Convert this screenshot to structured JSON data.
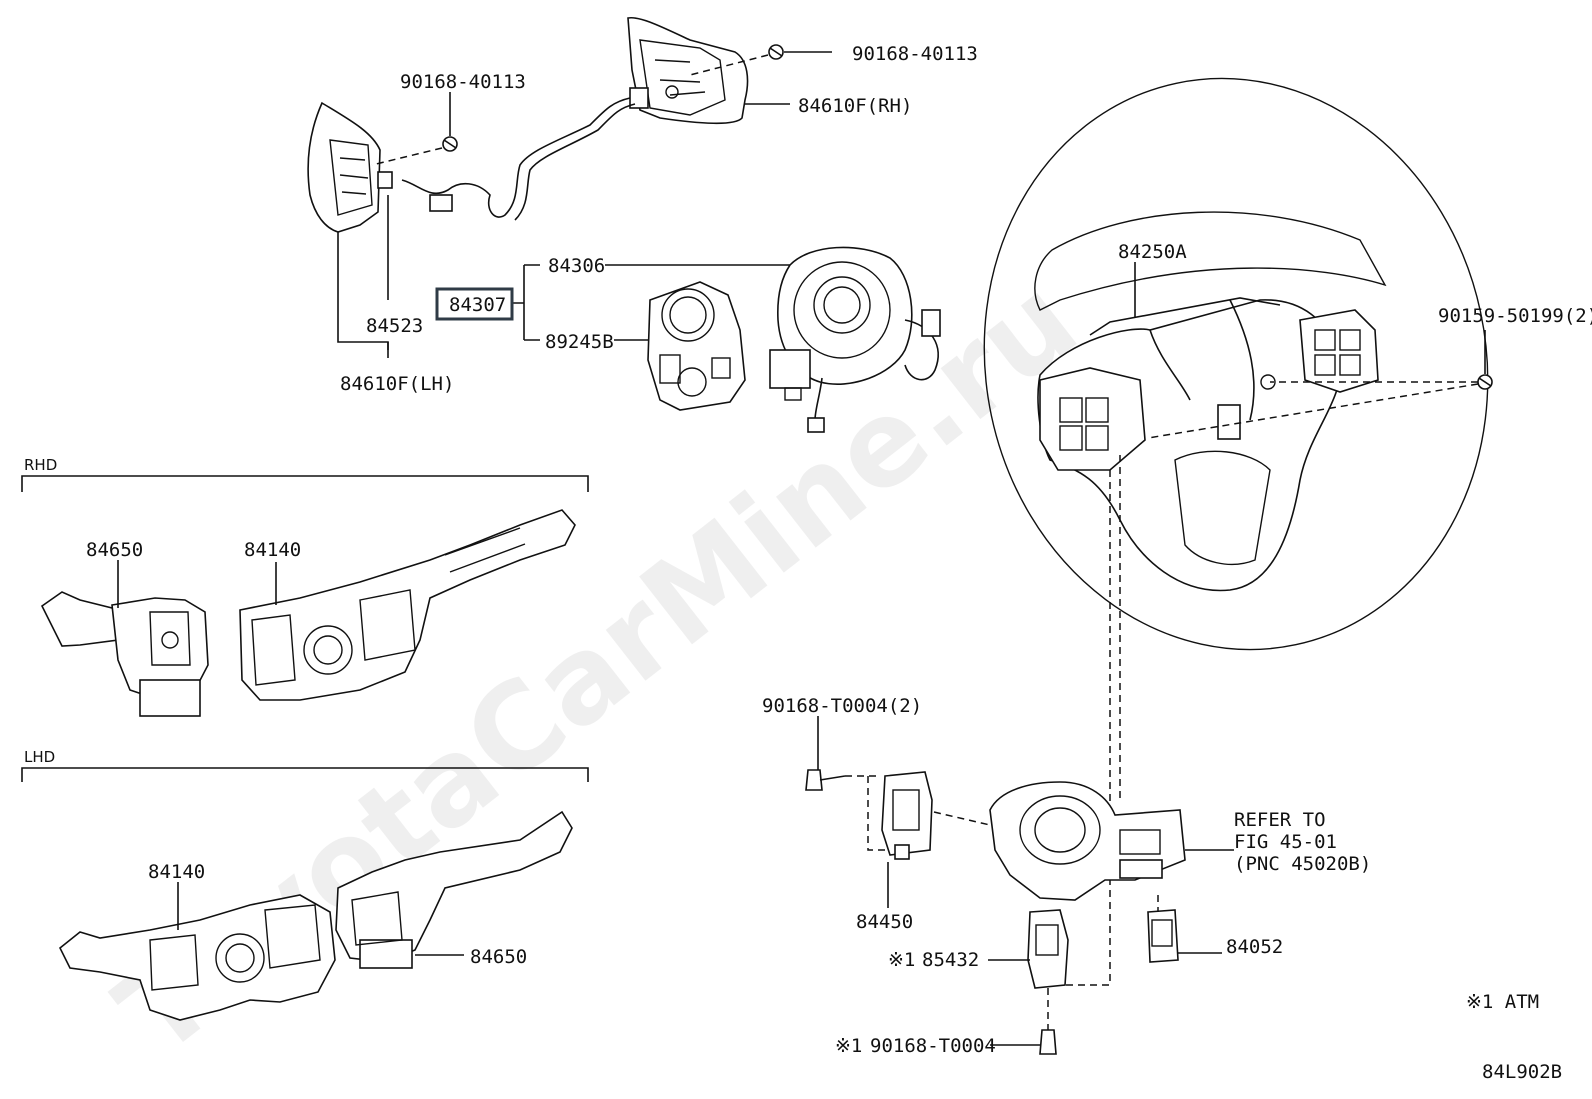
{
  "watermark": "ToyotaCarMine.ru",
  "labels": {
    "p90168_40113_top": "90168-40113",
    "p90168_40113_left": "90168-40113",
    "p84610F_RH": "84610F(RH)",
    "p84610F_LH": "84610F(LH)",
    "p84523": "84523",
    "p84306": "84306",
    "p84307": "84307",
    "p89245B": "89245B",
    "p84250A": "84250A",
    "p90159_50199": "90159-50199(2)",
    "p84650_rhd": "84650",
    "p84140_rhd": "84140",
    "p84140_lhd": "84140",
    "p84650_lhd": "84650",
    "p90168_T0004_2": "90168-T0004(2)",
    "p84450": "84450",
    "p85432": "85432",
    "p85432_mark": "※1",
    "p84052": "84052",
    "p90168_T0004": "90168-T0004",
    "p90168_T0004_mark": "※1",
    "refer_line1": "REFER TO",
    "refer_line2": "FIG 45-01",
    "refer_line3": "(PNC 45020B)",
    "note_atm": "※1 ATM",
    "figure_code": "84L902B"
  },
  "sections": {
    "rhd": "RHD",
    "lhd": "LHD"
  }
}
